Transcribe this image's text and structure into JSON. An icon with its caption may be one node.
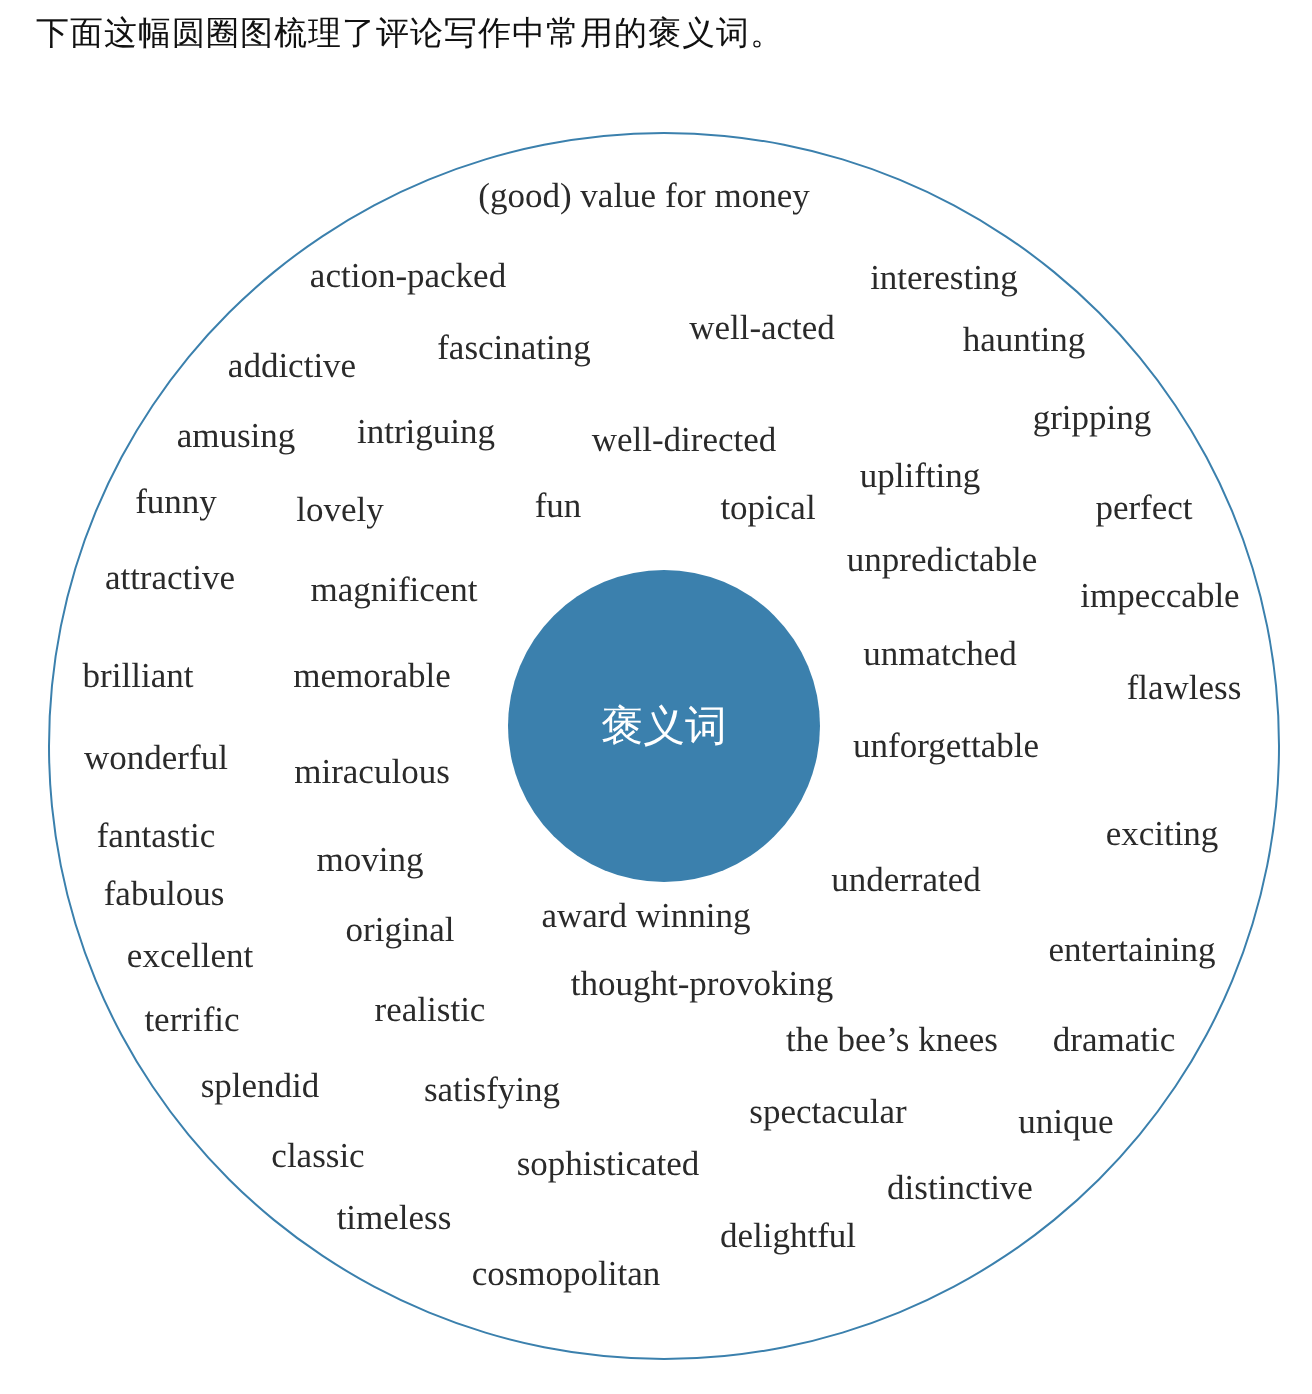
{
  "diagram": {
    "title": "下面这幅圆圈图梳理了评论写作中常用的褒义词。",
    "nodes": [
      {
        "text": [
          "(good) value for money",
          "action-packed",
          "interesting",
          "addictive",
          "fascinating",
          "well-acted",
          "haunting",
          "amusing",
          "intriguing",
          "well-directed",
          "gripping",
          "funny",
          "lovely",
          "fun",
          "topical",
          "uplifting",
          "perfect",
          "attractive",
          "magnificent",
          "unpredictable",
          "impeccable",
          "brilliant",
          "memorable",
          "unmatched",
          "flawless",
          "wonderful",
          "miraculous",
          "unforgettable",
          "fantastic",
          "moving",
          "exciting",
          "fabulous",
          "underrated",
          "excellent",
          "original",
          "award winning",
          "entertaining",
          "terrific",
          "realistic",
          "thought-provoking",
          "the bee’s knees",
          "dramatic",
          "splendid",
          "satisfying",
          "spectacular",
          "unique",
          "classic",
          "sophisticated",
          "distinctive",
          "timeless",
          "delightful",
          "cosmopolitan"
        ]
      },
      {
        "text": [
          "褒义词"
        ],
        "in": 0
      }
    ]
  }
}
